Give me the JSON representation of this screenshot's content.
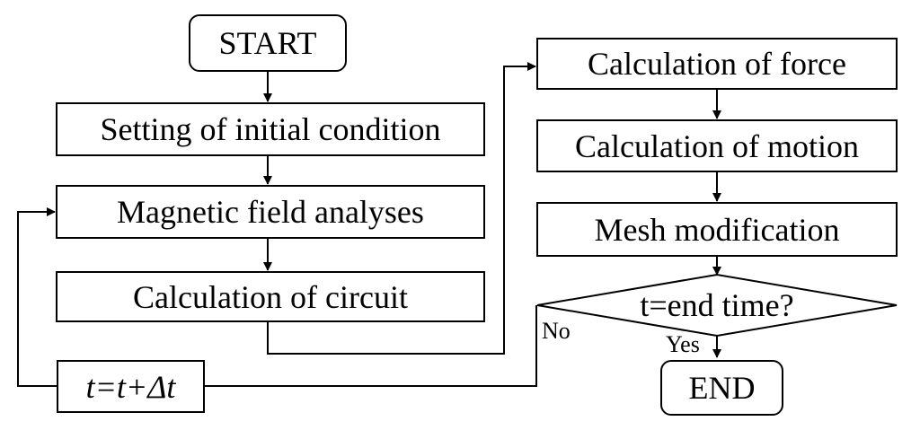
{
  "nodes": {
    "start": "START",
    "initial": "Setting of initial condition",
    "magnetic": "Magnetic field analyses",
    "circuit": "Calculation of circuit",
    "time_step": "t=t+Δt",
    "force": "Calculation of force",
    "motion": "Calculation of motion",
    "mesh": "Mesh modification",
    "decision": "t=end time?",
    "end": "END"
  },
  "edge_labels": {
    "no": "No",
    "yes": "Yes"
  }
}
